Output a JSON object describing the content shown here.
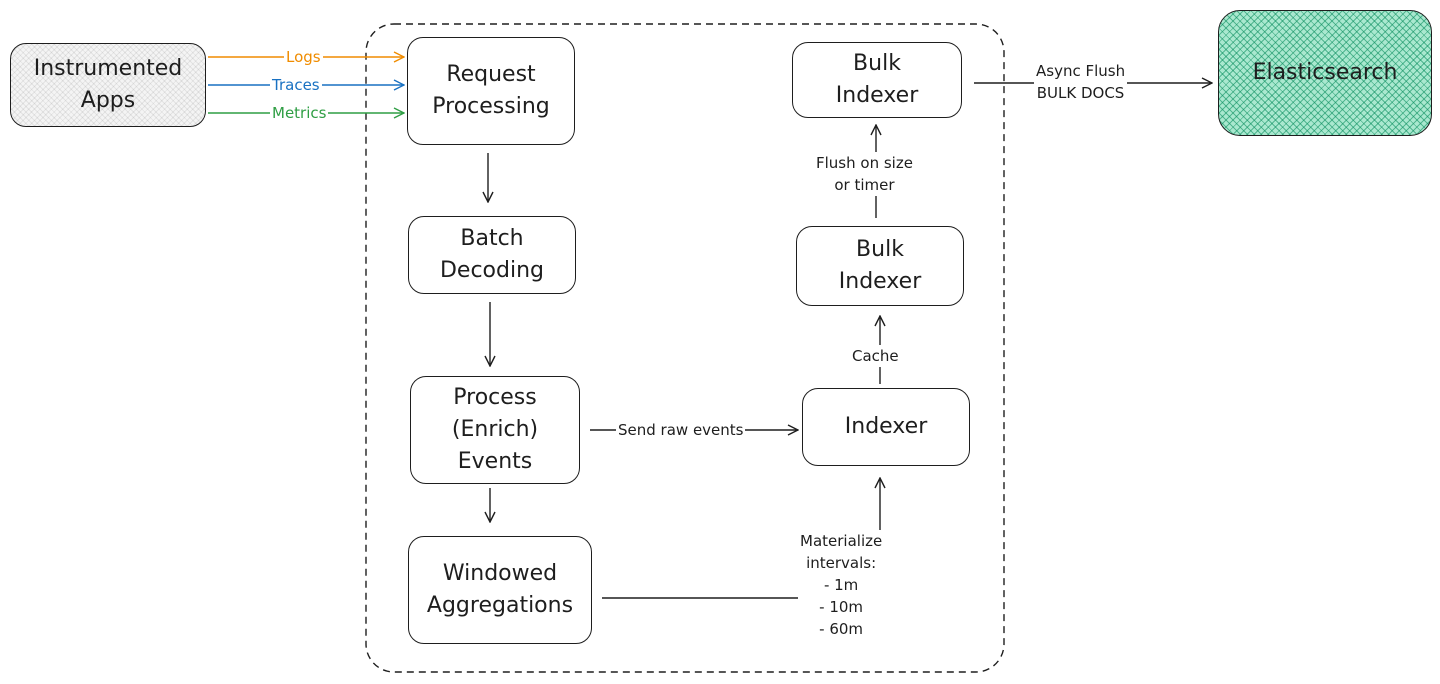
{
  "colors": {
    "ink": "#1e1e1e",
    "logs": "#f08c00",
    "traces": "#1971c2",
    "metrics": "#2f9e44",
    "elasticsearch_fill": "#a9e8cf"
  },
  "nodes": {
    "instrumented_apps": [
      "Instrumented",
      "Apps"
    ],
    "request_processing": [
      "Request",
      "Processing"
    ],
    "batch_decoding": [
      "Batch",
      "Decoding"
    ],
    "process_events": [
      "Process",
      "(Enrich)",
      "Events"
    ],
    "windowed_aggregations": [
      "Windowed",
      "Aggregations"
    ],
    "indexer": [
      "Indexer"
    ],
    "bulk_indexer_lower": [
      "Bulk",
      "Indexer"
    ],
    "bulk_indexer_upper": [
      "Bulk",
      "Indexer"
    ],
    "elasticsearch": [
      "Elasticsearch"
    ]
  },
  "edge_labels": {
    "logs": "Logs",
    "traces": "Traces",
    "metrics": "Metrics",
    "send_raw_events": "Send raw events",
    "cache": "Cache",
    "flush": [
      "Flush on size",
      "or timer"
    ],
    "async_flush": [
      "Async Flush",
      "BULK DOCS"
    ],
    "materialize": [
      "Materialize",
      "intervals:",
      "- 1m",
      "- 10m",
      "- 60m"
    ]
  }
}
